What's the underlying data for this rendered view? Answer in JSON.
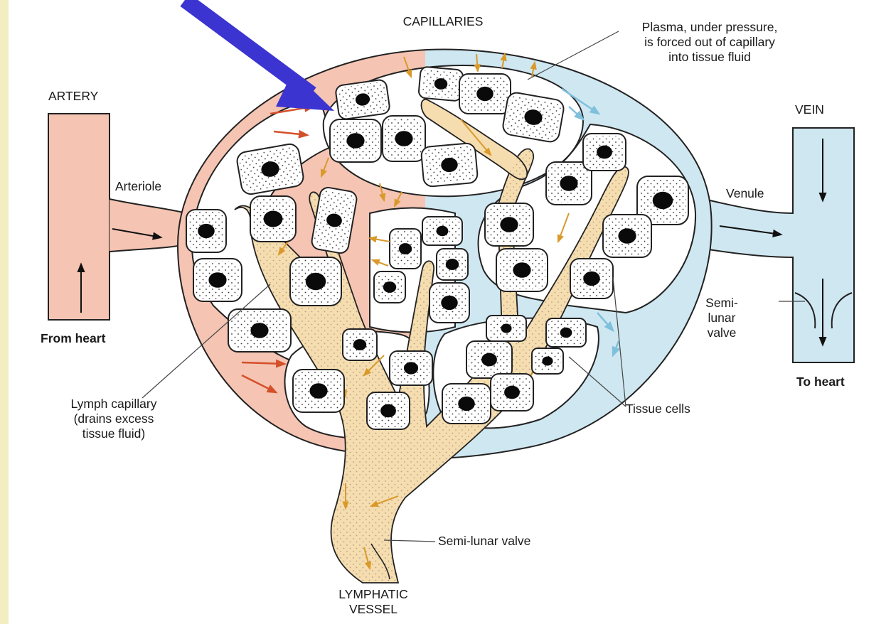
{
  "labels": {
    "capillaries": "CAPILLARIES",
    "plasma_line1": "Plasma, under pressure,",
    "plasma_line2": "is forced out of capillary",
    "plasma_line3": "into tissue fluid",
    "artery": "ARTERY",
    "vein": "VEIN",
    "arteriole": "Arteriole",
    "venule": "Venule",
    "from_heart": "From heart",
    "to_heart": "To heart",
    "semilunar_vein_line1": "Semi-",
    "semilunar_vein_line2": "lunar",
    "semilunar_vein_line3": "valve",
    "lymph_cap_line1": "Lymph capillary",
    "lymph_cap_line2": "(drains excess",
    "lymph_cap_line3": "tissue fluid)",
    "tissue_cells": "Tissue cells",
    "semilunar_lymph": "Semi-lunar valve",
    "lymphatic_line1": "LYMPHATIC",
    "lymphatic_line2": "VESSEL"
  },
  "colors": {
    "background_frame": "#f2eec2",
    "arterial_blood": "#f5c4b3",
    "venous_blood": "#cfe7f1",
    "lymph": "#f6ddb0",
    "pointer_arrow": "#3b34d0",
    "arterial_arrow": "#d4502a",
    "venous_arrow": "#7fc0dd",
    "fluid_arrow": "#d99a2b"
  }
}
